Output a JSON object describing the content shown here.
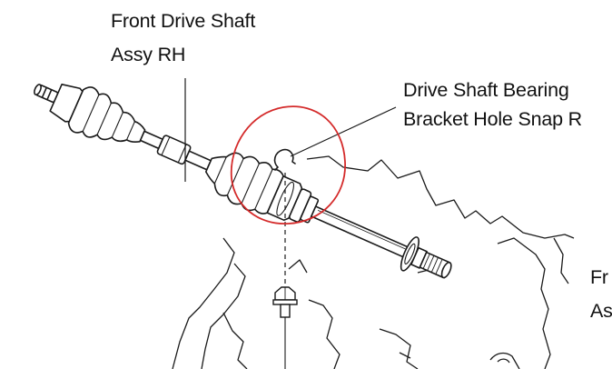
{
  "labels": {
    "shaft_line1": "Front Drive Shaft",
    "shaft_line2": "Assy RH",
    "snap_line1": "Drive Shaft Bearing",
    "snap_line2": "Bracket Hole Snap R",
    "right_line1": "Fr",
    "right_line2": "As"
  },
  "colors": {
    "line": "#1a1a1a",
    "highlight_circle": "#d42a2a",
    "background": "#ffffff"
  }
}
